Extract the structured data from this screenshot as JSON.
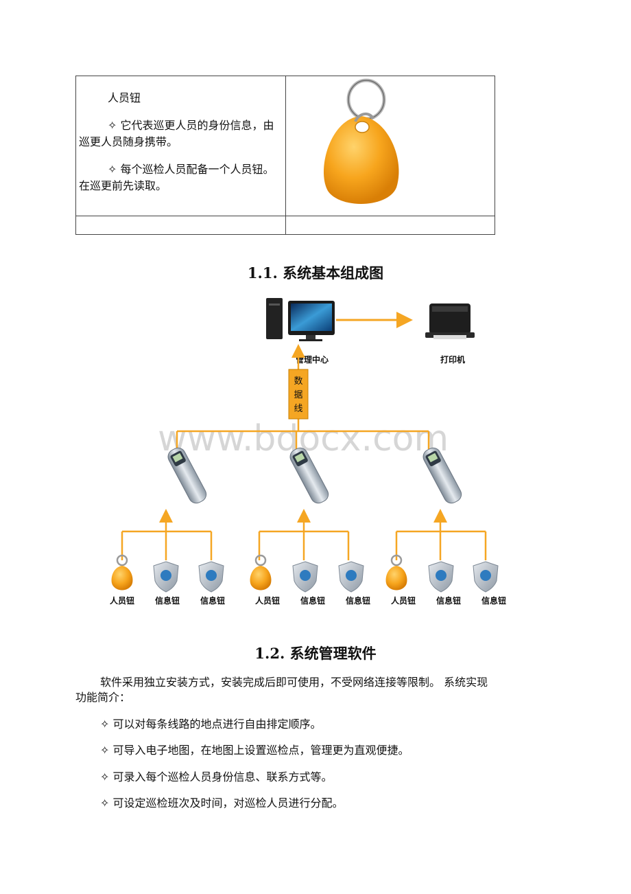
{
  "table": {
    "title": "人员钮",
    "item1": "✧ 它代表巡更人员的身份信息，由巡更人员随身携带。",
    "item2": "✧ 每个巡检人员配备一个人员钮。在巡更前先读取。",
    "key_color": "#f5a623"
  },
  "section1": {
    "heading": "1.1. 系统基本组成图"
  },
  "diagram": {
    "management_center": "管理中心",
    "printer": "打印机",
    "data_line": [
      "数",
      "据",
      "线"
    ],
    "watermark": "www.bdocx.com",
    "groups": [
      {
        "labels": [
          "人员钮",
          "信息钮",
          "信息钮"
        ]
      },
      {
        "labels": [
          "人员钮",
          "信息钮",
          "信息钮"
        ]
      },
      {
        "labels": [
          "人员钮",
          "信息钮",
          "信息钮"
        ]
      }
    ],
    "line_color": "#f5a623"
  },
  "section2": {
    "heading": "1.2. 系统管理软件",
    "intro_line1": "软件采用独立安装方式，安装完成后即可使用，不受网络连接等限制。 系统实现",
    "intro_line2": "功能简介：",
    "bullets": [
      "✧ 可以对每条线路的地点进行自由排定顺序。",
      "✧ 可导入电子地图，在地图上设置巡检点，管理更为直观便捷。",
      "✧ 可录入每个巡检人员身份信息、联系方式等。",
      "✧ 可设定巡检班次及时间，对巡检人员进行分配。"
    ]
  }
}
